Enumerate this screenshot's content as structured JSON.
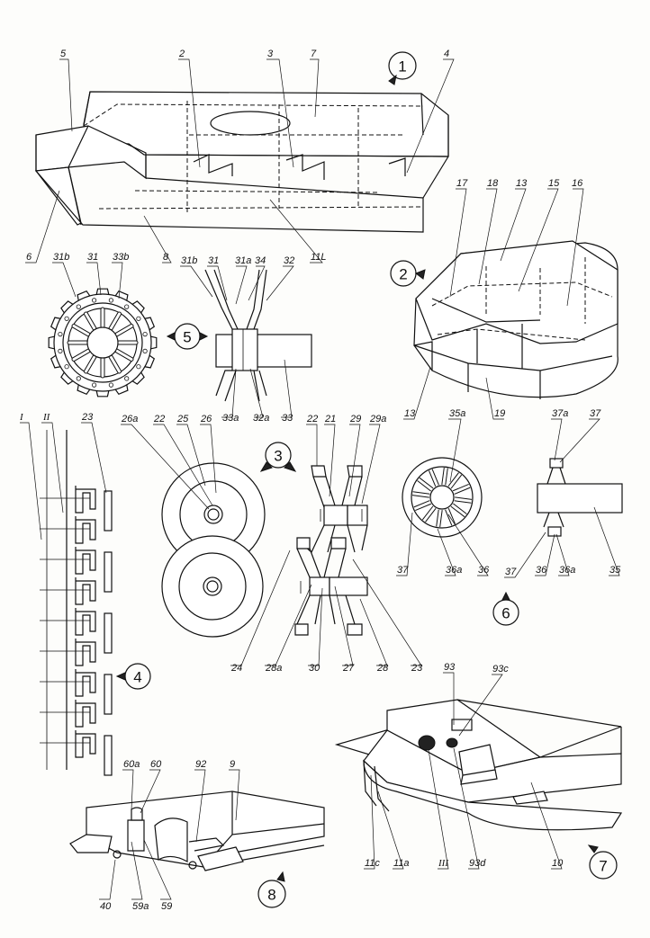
{
  "steps": [
    "1",
    "2",
    "3",
    "4",
    "5",
    "6",
    "7",
    "8"
  ],
  "labels": {
    "s1": [
      "5",
      "2",
      "3",
      "7",
      "4",
      "6",
      "8",
      "11L"
    ],
    "s2": [
      "17",
      "18",
      "13",
      "15",
      "16",
      "13",
      "19"
    ],
    "s5": [
      "31b",
      "31",
      "33b",
      "31b",
      "31",
      "31a",
      "34",
      "32",
      "33a",
      "32a",
      "33"
    ],
    "s3": [
      "26a",
      "22",
      "25",
      "26",
      "22",
      "21",
      "29",
      "29a",
      "24",
      "28a",
      "30",
      "27",
      "28",
      "23"
    ],
    "s4": [
      "I",
      "II",
      "23"
    ],
    "s6": [
      "35a",
      "37a",
      "37",
      "37",
      "36a",
      "36",
      "37",
      "36",
      "36a",
      "35"
    ],
    "s7": [
      "93",
      "93c",
      "11c",
      "11a",
      "III",
      "93d",
      "10"
    ],
    "s8": [
      "60a",
      "60",
      "92",
      "9",
      "40",
      "59a",
      "59"
    ]
  }
}
